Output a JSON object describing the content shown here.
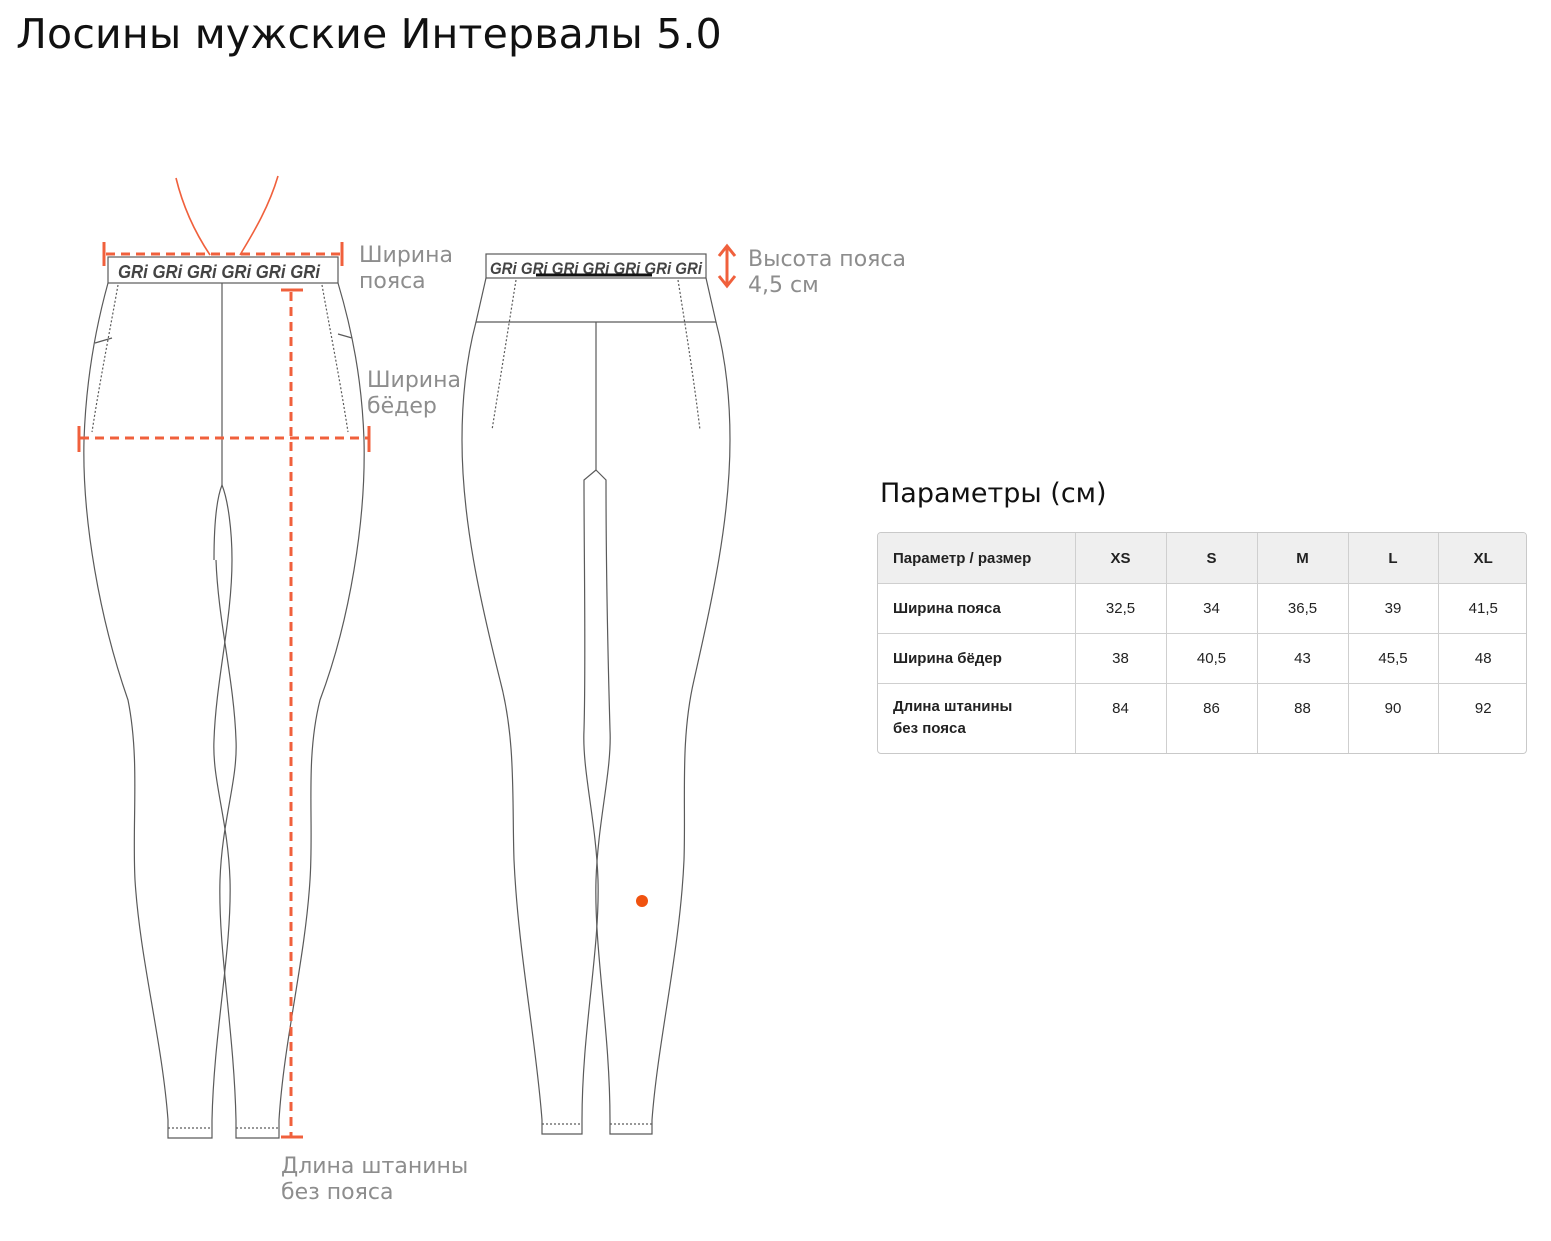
{
  "page": {
    "title": "Лосины мужские Интервалы 5.0"
  },
  "diagram": {
    "waistband_print": "GRi GRi GRi GRi GRi GRi",
    "waistband_print_back": "GRi GRi GRi GRi GRi GRi GRi",
    "labels": {
      "waist_width": [
        "Ширина",
        "пояса"
      ],
      "hip_width": [
        "Ширина",
        "бёдер"
      ],
      "leg_length": [
        "Длина штанины",
        "без пояса"
      ],
      "waist_height": [
        "Высота пояса",
        "4,5 см"
      ]
    },
    "colors": {
      "measure": "#f0603c",
      "outline": "#5a5a5a",
      "label": "#8d8d8d",
      "dot": "#f0520f"
    }
  },
  "size_table": {
    "title": "Параметры (см)",
    "header_label": "Параметр / размер",
    "sizes": [
      "XS",
      "S",
      "M",
      "L",
      "XL"
    ],
    "rows": [
      {
        "name": [
          "Ширина пояса"
        ],
        "values": [
          "32,5",
          "34",
          "36,5",
          "39",
          "41,5"
        ]
      },
      {
        "name": [
          "Ширина бёдер"
        ],
        "values": [
          "38",
          "40,5",
          "43",
          "45,5",
          "48"
        ]
      },
      {
        "name": [
          "Длина штанины",
          "без пояса"
        ],
        "values": [
          "84",
          "86",
          "88",
          "90",
          "92"
        ]
      }
    ]
  }
}
